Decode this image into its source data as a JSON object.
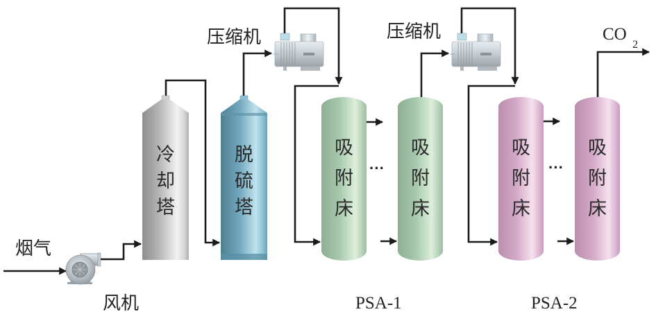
{
  "title": "PSA CO2 capture process flow",
  "inputs": {
    "flue_gas_label": "烟气"
  },
  "equipment": {
    "fan": {
      "label": "风机",
      "icon": "fan-blower-icon"
    },
    "cooling_tower": {
      "label_chars": [
        "冷",
        "却",
        "塔"
      ],
      "color": "#b8b8b8"
    },
    "desulfurization_tower": {
      "label_chars": [
        "脱",
        "硫",
        "塔"
      ],
      "color": "#6fa3b8"
    },
    "compressor_1": {
      "label": "压缩机",
      "icon": "compressor-icon"
    },
    "compressor_2": {
      "label": "压缩机",
      "icon": "compressor-icon"
    }
  },
  "psa_units": [
    {
      "label": "PSA-1",
      "color": "#a9c7ad",
      "beds": [
        {
          "label_chars": [
            "吸",
            "附",
            "床"
          ]
        },
        {
          "label_chars": [
            "吸",
            "附",
            "床"
          ]
        }
      ],
      "ellipsis": "···"
    },
    {
      "label": "PSA-2",
      "color": "#d6a8c9",
      "beds": [
        {
          "label_chars": [
            "吸",
            "附",
            "床"
          ]
        },
        {
          "label_chars": [
            "吸",
            "附",
            "床"
          ]
        }
      ],
      "ellipsis": "···"
    }
  ],
  "outputs": {
    "product": "CO",
    "product_subscript": "2"
  }
}
